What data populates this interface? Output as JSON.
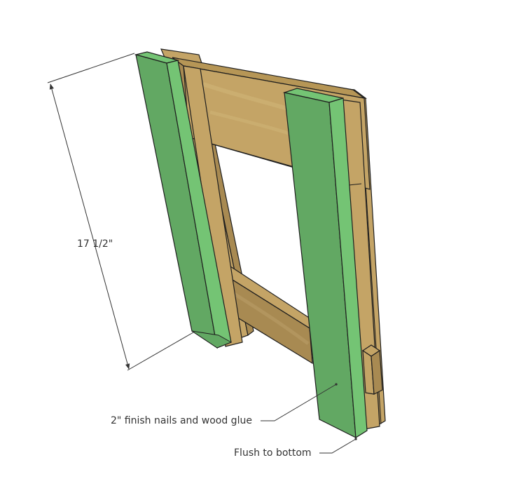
{
  "annotations": {
    "height_dimension": "17 1/2\"",
    "fastener_note": "2\" finish nails and wood glue",
    "alignment_note": "Flush to bottom"
  },
  "colors": {
    "leg_face": "#62A863",
    "leg_edge": "#74C474",
    "wood_top": "#C4A466",
    "wood_face": "#A88A52",
    "wood_dark": "#8B6E3D",
    "outline": "#1e1e1e",
    "dimension_line": "#333333"
  }
}
